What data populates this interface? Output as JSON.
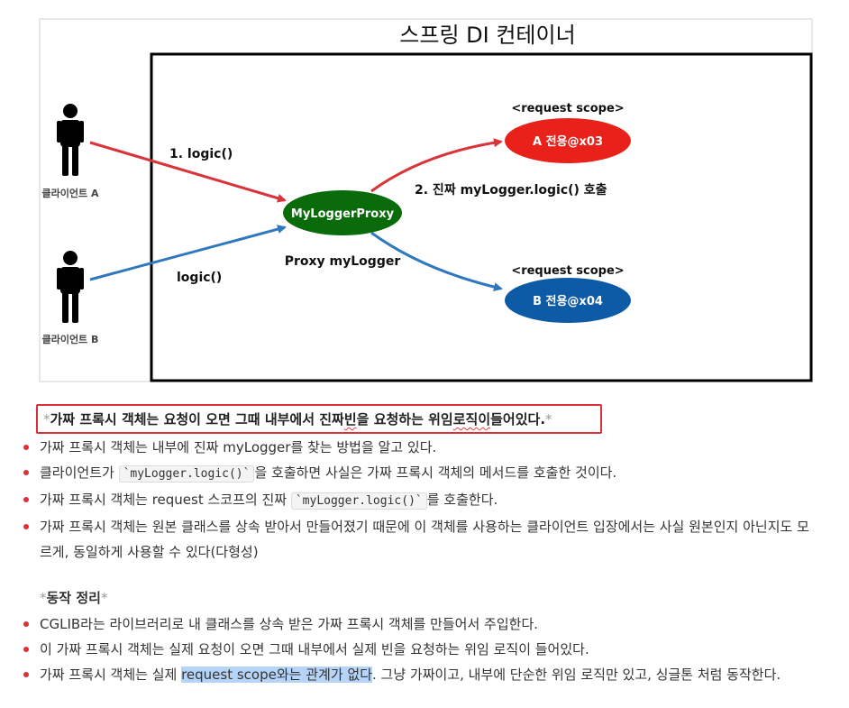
{
  "diagram": {
    "title": "스프링 DI 컨테이너",
    "client_a": "클라이언트 A",
    "client_b": "클라이언트 B",
    "arrow_a_label": "1. logic()",
    "arrow_b_label": "logic()",
    "proxy_node": "MyLoggerProxy",
    "proxy_caption": "Proxy myLogger",
    "real_call_label": "2. 진짜 myLogger.logic() 호출",
    "scope_a_label": "<request scope>",
    "scope_b_label": "<request scope>",
    "bean_a": "A 전용@x03",
    "bean_b": "B 전용@x04",
    "colors": {
      "red": "#e8221b",
      "green": "#0a6b0a",
      "blue": "#0d5aa7",
      "arrow_red": "#d9343a",
      "arrow_blue": "#2f78bd"
    }
  },
  "highlight": {
    "star": "*",
    "p1": "가짜 프록시 객체는 요청이 오면 그때 내부에서 진짜 ",
    "p2": "빈",
    "p3": "을 요청하는 위임 ",
    "p4": "로직이",
    "p5": " 들어있다."
  },
  "bullets1": {
    "b1": "가짜 프록시 객체는 내부에 진짜 myLogger를 찾는 방법을 알고 있다.",
    "b2_pre": "클라이언트가 ",
    "b2_code": "`myLogger.logic()`",
    "b2_post": "을 호출하면 사실은 가짜 프록시 객체의 메서드를 호출한 것이다.",
    "b3_pre": "가짜 프록시 객체는 request 스코프의 진짜 ",
    "b3_code": "`myLogger.logic()`",
    "b3_post": "를 호출한다.",
    "b4": "가짜 프록시 객체는 원본 클래스를 상속 받아서 만들어졌기 때문에 이 객체를 사용하는 클라이언트 입장에서는 사실 원본인지 아닌지도 모르게, 동일하게 사용할 수 있다(다형성)"
  },
  "section": {
    "star": "*",
    "title": "동작 정리"
  },
  "bullets2": {
    "b1": "CGLIB라는 라이브러리로 내 클래스를 상속 받은 가짜 프록시 객체를 만들어서 주입한다.",
    "b2": "이 가짜 프록시 객체는 실제 요청이 오면 그때 내부에서 실제 빈을 요청하는 위임 로직이 들어있다.",
    "b3_pre": "가짜 프록시 객체는 실제 ",
    "b3_sel": "request scope와는 관계가 없다",
    "b3_post": ". 그냥 가짜이고, 내부에 단순한 위임 로직만 있고, 싱글톤 처럼 동작한다."
  }
}
